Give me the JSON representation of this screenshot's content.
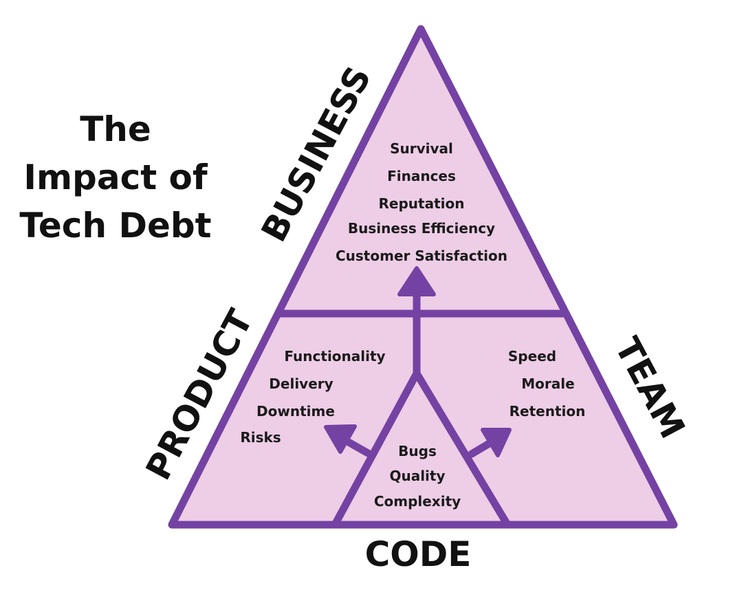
{
  "title_lines": [
    "The",
    "Impact of",
    "Tech Debt"
  ],
  "labels": {
    "business": "BUSINESS",
    "product": "PRODUCT",
    "team": "TEAM",
    "code": "CODE"
  },
  "business_items": [
    "Survival",
    "Finances",
    "Reputation",
    "Business Efficiency",
    "Customer Satisfaction"
  ],
  "product_items": [
    "Functionality",
    "Delivery",
    "Downtime",
    "Risks"
  ],
  "team_items": [
    "Speed",
    "Morale",
    "Retention"
  ],
  "code_items": [
    "Bugs",
    "Quality",
    "Complexity"
  ],
  "colors": {
    "stroke": "#7442a3",
    "fill": "#eecde6",
    "text": "#111111"
  }
}
